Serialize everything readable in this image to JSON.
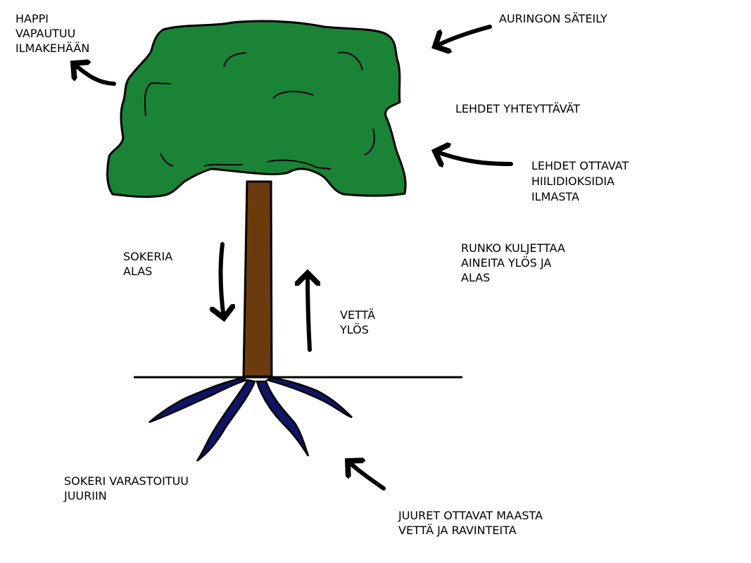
{
  "colors": {
    "canopy": "#1a8336",
    "trunk": "#6b3b0e",
    "roots": "#0f1466",
    "outline": "#000000"
  },
  "labels": {
    "oxygen": [
      "HAPPI",
      "VAPAUTUU",
      "ILMAKEHÄÄN"
    ],
    "sunlight": [
      "AURINGON SÄTEILY"
    ],
    "photosynthesis": [
      "LEHDET YHTEYTTÄVÄT"
    ],
    "co2": [
      "LEHDET OTTAVAT",
      "HIILIDIOKSIDIA",
      "ILMASTA"
    ],
    "sugar_down": [
      "SOKERIA",
      "ALAS"
    ],
    "trunk_transport": [
      "RUNKO KULJETTAA",
      "AINEITA YLÖS JA",
      "ALAS"
    ],
    "water_up": [
      "VETTÄ",
      "YLÖS"
    ],
    "sugar_storage": [
      "SOKERI VARASTOITUU",
      "JUURIIN"
    ],
    "roots_absorb": [
      "JUURET OTTAVAT MAASTA",
      "VETTÄ JA RAVINTEITA"
    ]
  }
}
